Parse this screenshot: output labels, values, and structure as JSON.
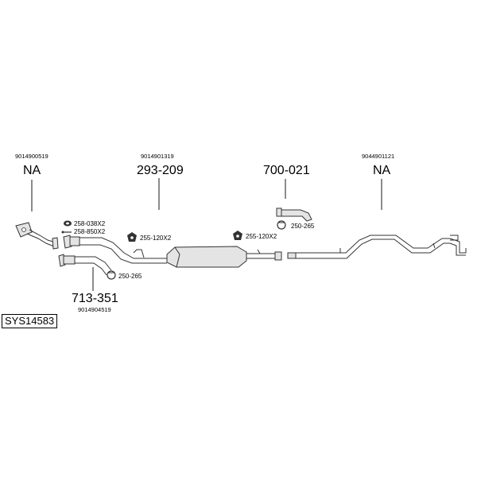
{
  "groups": [
    {
      "code": "9014900519",
      "label": "NA"
    },
    {
      "code": "9014901319",
      "label": "293-209"
    },
    {
      "label": "700-021"
    },
    {
      "code": "9044901121",
      "label": "NA"
    },
    {
      "code": "9014904519",
      "label": "713-351"
    }
  ],
  "parts": {
    "gasket_a": "258-038X2",
    "gasket_b": "258-850X2",
    "hanger_a": "255-120X2",
    "hanger_b": "255-120X2",
    "clamp_a": "250-265",
    "clamp_b": "250-265"
  },
  "system_code": "SYS14583"
}
